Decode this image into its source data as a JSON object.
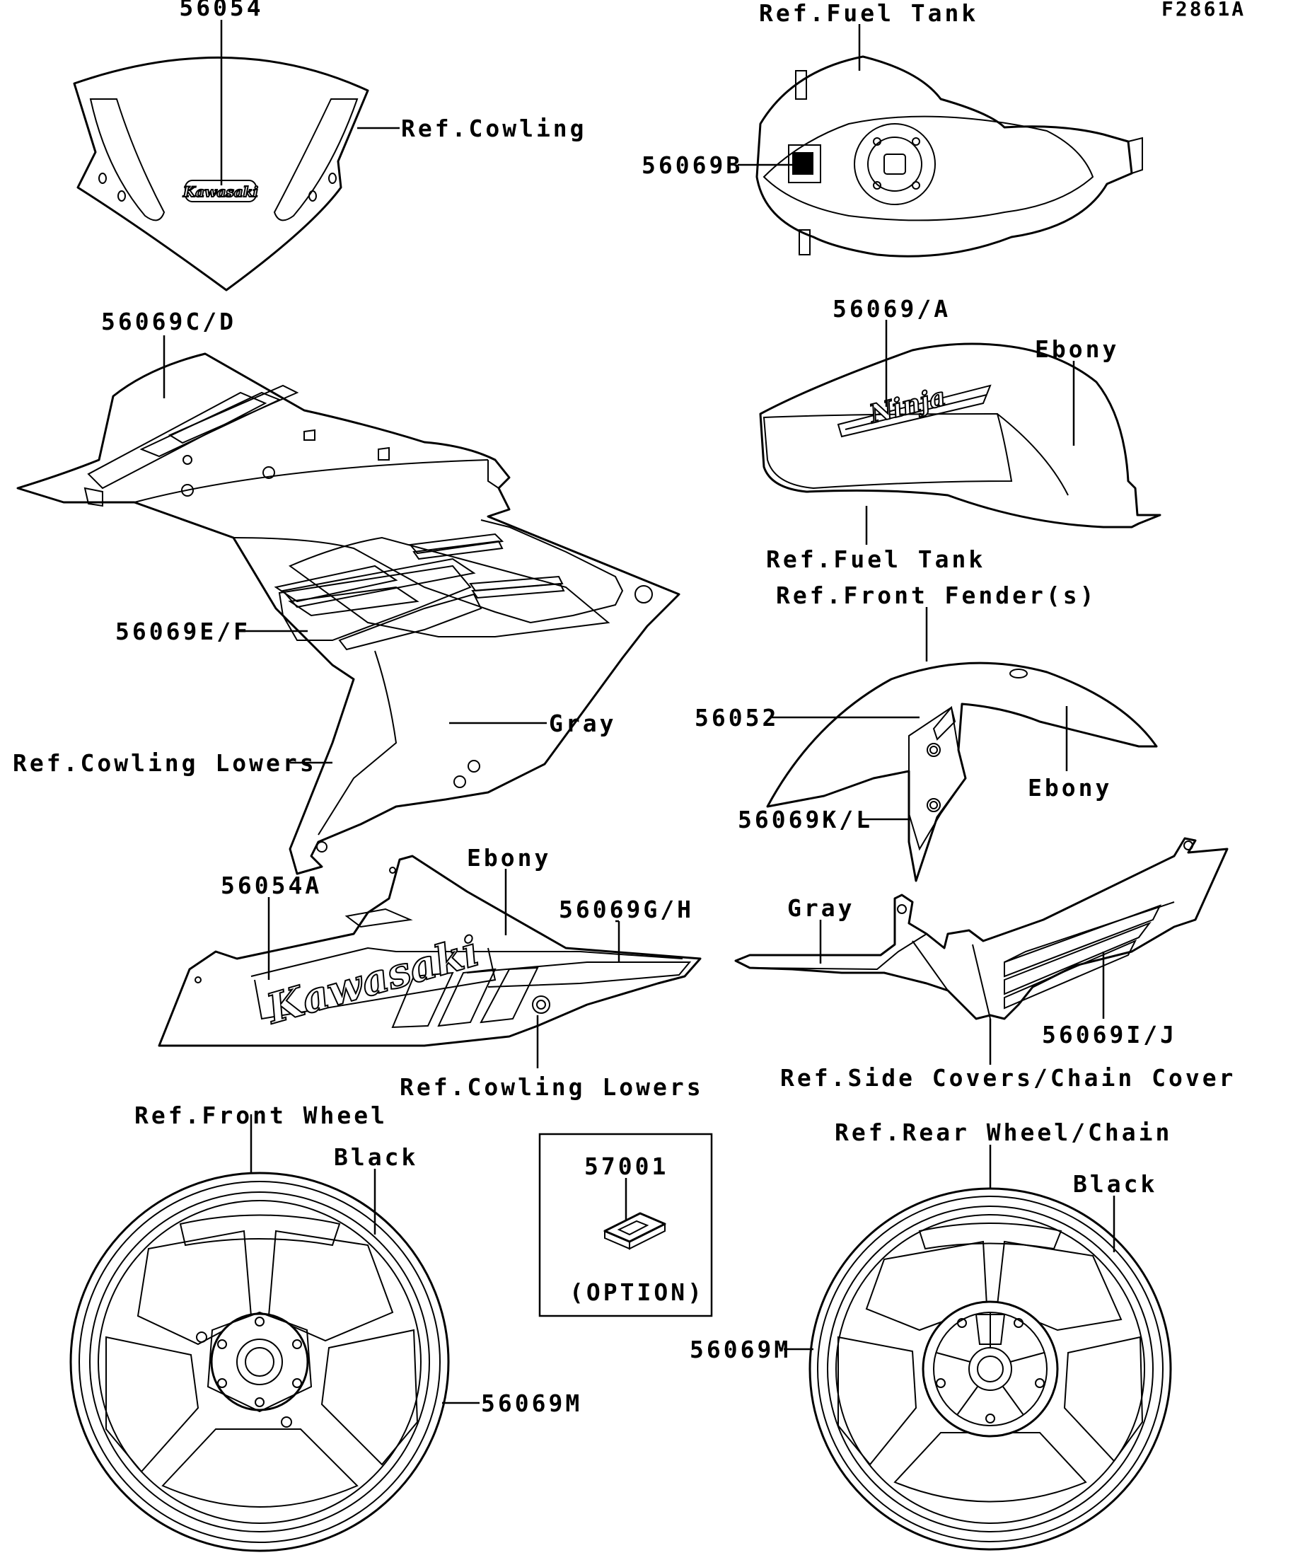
{
  "figure_code": "F2861A",
  "labels": {
    "windscreen_part": "56054",
    "ref_cowling": "Ref.Cowling",
    "ref_fuel_tank_top": "Ref.Fuel Tank",
    "tank_cap_part": "56069B",
    "cowling_upper_part": "56069C/D",
    "tank_side_part": "56069/A",
    "tank_color": "Ebony",
    "ref_fuel_tank_side": "Ref.Fuel Tank",
    "cowling_mid_part": "56069E/F",
    "cowling_color": "Gray",
    "ref_cowling_lowers_left": "Ref.Cowling Lowers",
    "ref_front_fender": "Ref.Front Fender(s)",
    "fender_part": "56052",
    "fender_color": "Ebony",
    "fender_side_part": "56069K/L",
    "lower_logo_part": "56054A",
    "lower_color": "Ebony",
    "lower_stripe_part": "56069G/H",
    "ref_cowling_lowers_bottom": "Ref.Cowling Lowers",
    "side_cover_color": "Gray",
    "side_cover_part": "56069I/J",
    "ref_side_covers": "Ref.Side Covers/Chain Cover",
    "ref_front_wheel": "Ref.Front Wheel",
    "front_wheel_color": "Black",
    "option_part": "57001",
    "option_text": "(OPTION)",
    "ref_rear_wheel": "Ref.Rear Wheel/Chain",
    "rear_wheel_color": "Black",
    "rear_wheel_part": "56069M",
    "front_wheel_part": "56069M"
  },
  "logos": {
    "windscreen": "Kawasaki",
    "tank": "Ninja",
    "lower": "Kawasaki"
  }
}
